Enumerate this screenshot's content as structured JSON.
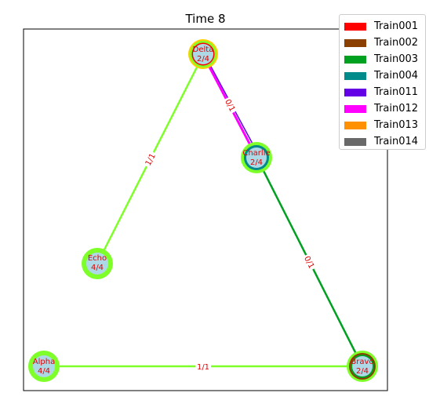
{
  "title": "Time 8",
  "nodes": [
    {
      "name": "Delta",
      "count": "2/4"
    },
    {
      "name": "Charlie",
      "count": "2/4"
    },
    {
      "name": "Echo",
      "count": "4/4"
    },
    {
      "name": "Alpha",
      "count": "4/4"
    },
    {
      "name": "Bravo",
      "count": "2/4"
    }
  ],
  "edges": [
    {
      "from": "Delta",
      "to": "Charlie",
      "label": "0/1",
      "color": "#ff00ff"
    },
    {
      "from": "Delta",
      "to": "Echo",
      "label": "1/1",
      "color": "#7fff2a"
    },
    {
      "from": "Charlie",
      "to": "Bravo",
      "label": "0/1",
      "color": "#00a020"
    },
    {
      "from": "Alpha",
      "to": "Bravo",
      "label": "1/1",
      "color": "#7fff2a"
    }
  ],
  "legend": [
    {
      "label": "Train001",
      "color": "#ff0000"
    },
    {
      "label": "Train002",
      "color": "#8b4000"
    },
    {
      "label": "Train003",
      "color": "#00a020"
    },
    {
      "label": "Train004",
      "color": "#008b8b"
    },
    {
      "label": "Train011",
      "color": "#6400e6"
    },
    {
      "label": "Train012",
      "color": "#ff00ff"
    },
    {
      "label": "Train013",
      "color": "#ff9000"
    },
    {
      "label": "Train014",
      "color": "#696969"
    }
  ],
  "colors": {
    "node_fill": "#add8e6",
    "node_ring": "#7fff2a",
    "label_text": "#e00000"
  }
}
